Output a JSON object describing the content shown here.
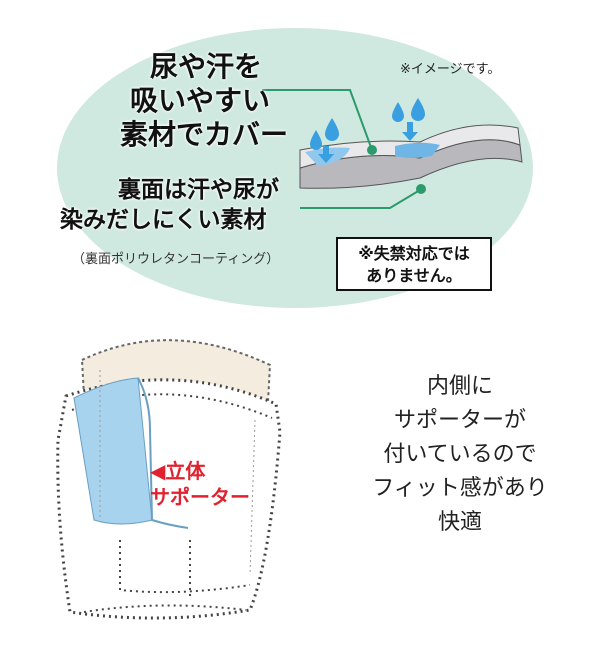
{
  "note": "※イメージです。",
  "cover_lines": [
    "尿や汗を",
    "吸いやすい",
    "素材でカバー"
  ],
  "back_lines": [
    "裏面は汗や尿が",
    "染みだしにくい素材"
  ],
  "coating": "（裏面ポリウレタンコーティング）",
  "disclaimer_lines": [
    "※失禁対応では",
    "ありません。"
  ],
  "supporter_lines": [
    "◀立体",
    "サポーター"
  ],
  "side_lines": [
    "内側に",
    "サポーターが",
    "付いているので",
    "フィット感があり",
    "快適"
  ],
  "colors": {
    "ellipse": "#cfe9e0",
    "green_line": "#2b9a6c",
    "water": "#3a9fe0",
    "red": "#e2212e",
    "supporter": "#a8d3ef"
  }
}
